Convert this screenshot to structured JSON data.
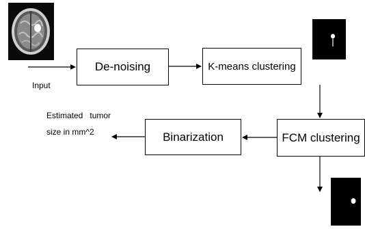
{
  "input_label": "Input",
  "output_label_line1": "Estimated   tumor",
  "output_label_line2": "size in mm^2",
  "boxes": {
    "denoising": "De-noising",
    "kmeans": "K-means clustering",
    "fcm": "FCM clustering",
    "binarization": "Binarization"
  }
}
